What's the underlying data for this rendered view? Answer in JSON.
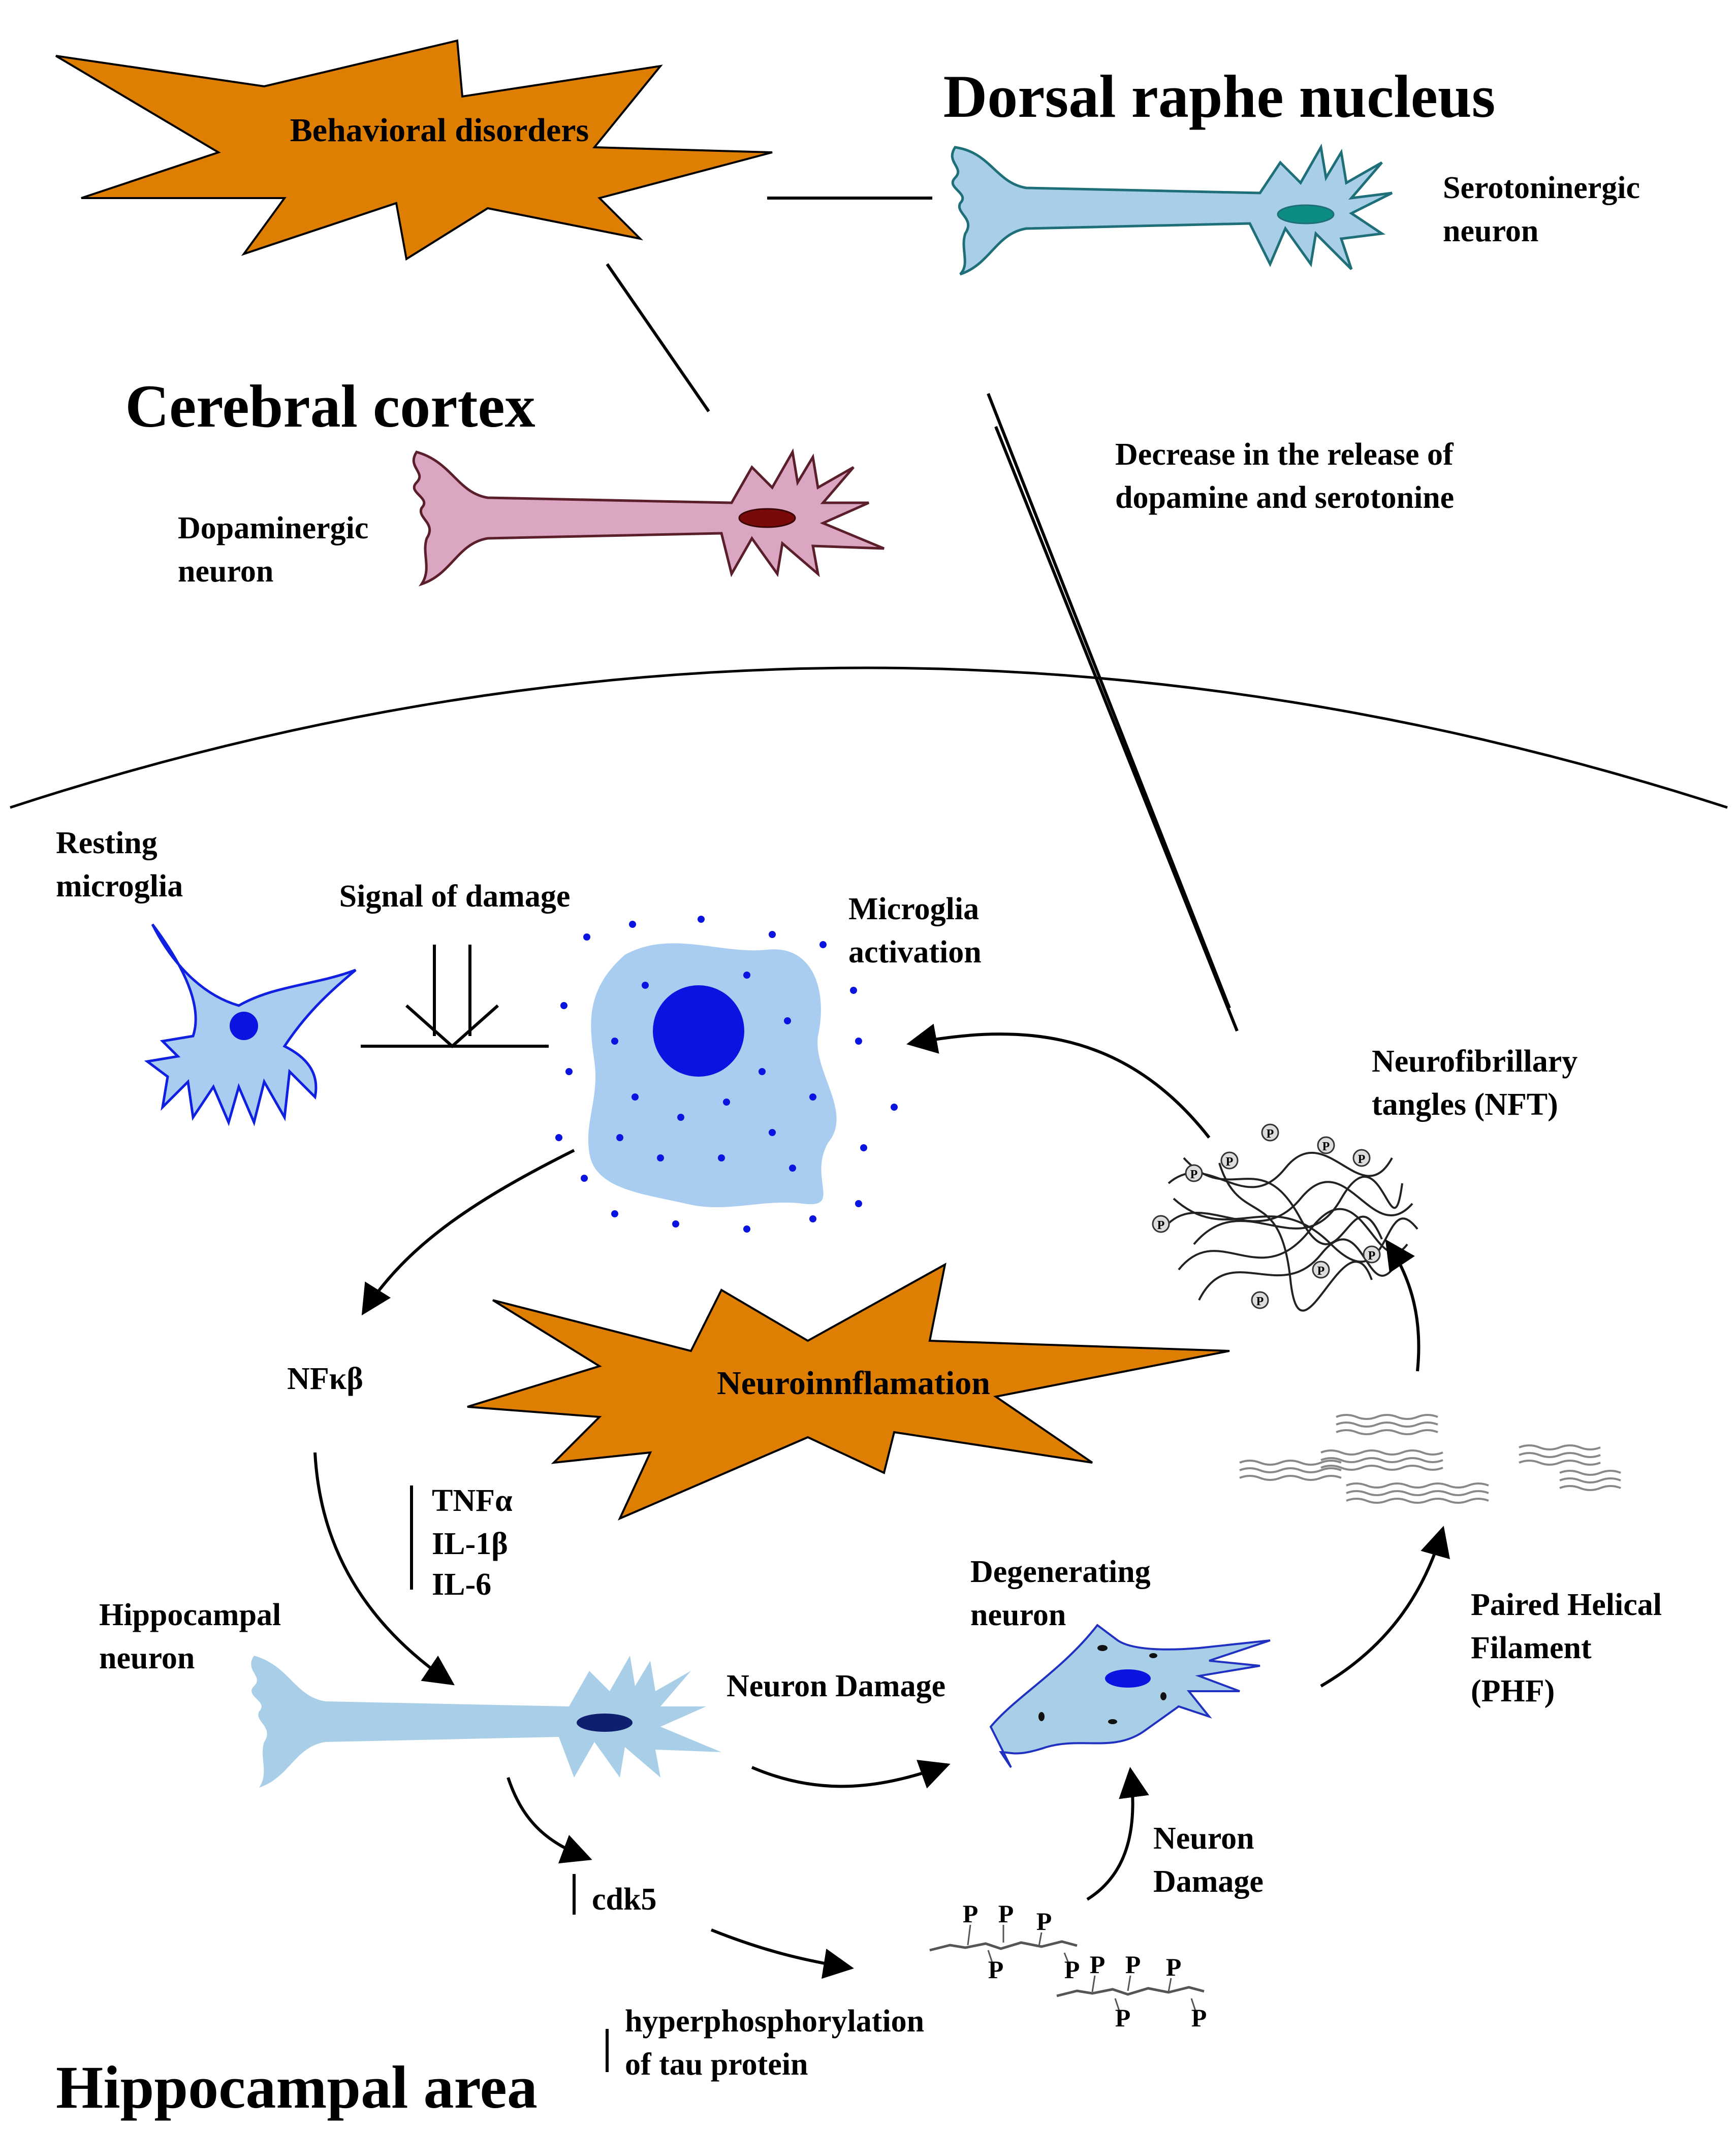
{
  "titles": {
    "dorsal_raphe": "Dorsal raphe nucleus",
    "cerebral_cortex": "Cerebral cortex",
    "hippocampal_area": "Hippocampal area"
  },
  "bursts": {
    "behavioral": "Behavioral disorders",
    "neuroinflammation": "Neuroinnflamation"
  },
  "labels": {
    "serotoninergic": [
      "Serotoninergic",
      "neuron"
    ],
    "dopaminergic": [
      "Dopaminergic",
      "neuron"
    ],
    "decrease": [
      "Decrease in the release of",
      "dopamine and serotonine"
    ],
    "resting_microglia": [
      "Resting",
      "microglia"
    ],
    "signal_damage": "Signal of damage",
    "microglia_activation": [
      "Microglia",
      "activation"
    ],
    "nft": [
      "Neurofibrillary",
      "tangles (NFT)"
    ],
    "nfkb": "NFκβ",
    "cytokines": [
      "TNFα",
      "IL-1β",
      "IL-6"
    ],
    "hippocampal_neuron": [
      "Hippocampal",
      "neuron"
    ],
    "neuron_damage_1": "Neuron Damage",
    "degenerating": [
      "Degenerating",
      "neuron"
    ],
    "phf": [
      "Paired Helical",
      "Filament",
      "(PHF)"
    ],
    "cdk5": "cdk5",
    "neuron_damage_2": [
      "Neuron",
      "Damage"
    ],
    "hyperphos": [
      "hyperphosphorylation",
      "of tau protein"
    ],
    "phospho": "P",
    "nft_marker": "P"
  },
  "colors": {
    "burst_fill": "#de7e02",
    "serotonin_neuron": "#a9cfe8",
    "serotonin_outline": "#1f6f78",
    "serotonin_nucleus": "#0d8c84",
    "dopamine_neuron": "#dba6c1",
    "dopamine_outline": "#5a1f2a",
    "dopamine_nucleus": "#7a0a0a",
    "microglia_light": "#a9cdf0",
    "microglia_dark": "#0a14e0",
    "hippo_nucleus": "#0d1f6e"
  }
}
